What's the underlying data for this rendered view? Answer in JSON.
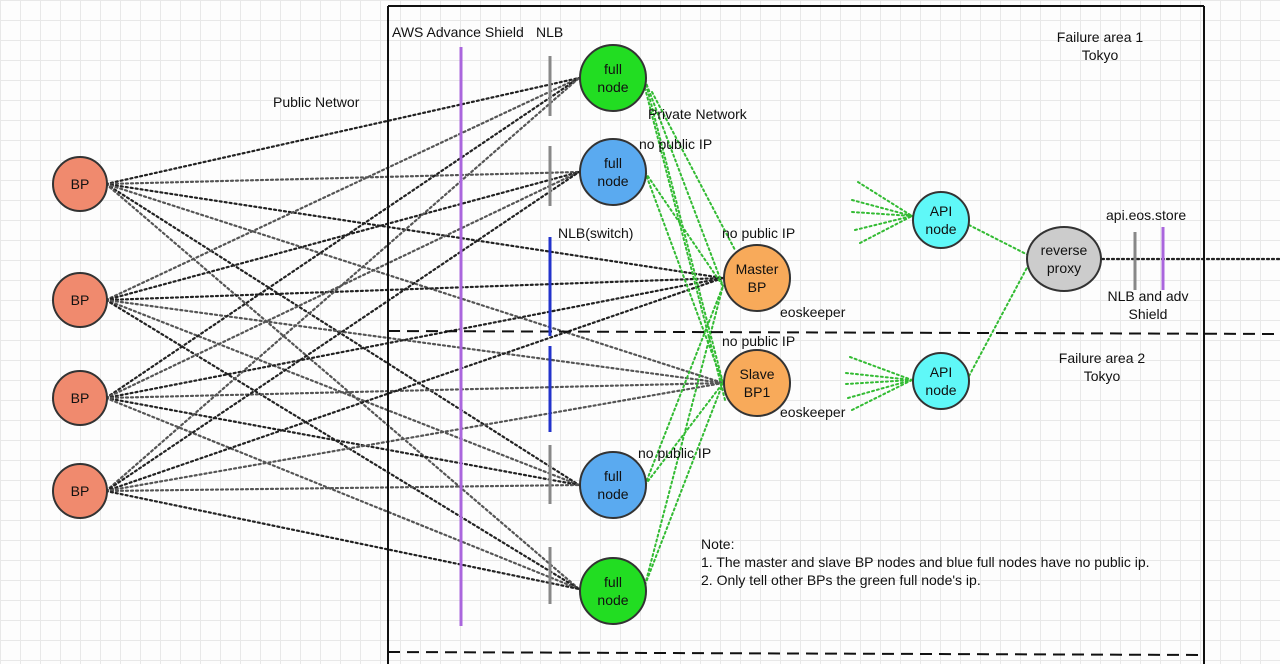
{
  "labels": {
    "shield": "AWS Advance Shield",
    "nlb": "NLB",
    "public_network": "Public Networ",
    "private_network": "Private Network",
    "failure_area_1": "Failure area 1\nTokyo",
    "failure_area_2": "Failure area 2\nTokyo",
    "nlb_switch": "NLB(switch)",
    "no_public_ip": "no public IP",
    "eoskeeper": "eoskeeper",
    "api_domain": "api.eos.store",
    "nlb_adv_shield": "NLB and adv\nShield"
  },
  "nodes": {
    "bp": "BP",
    "full_node": "full\nnode",
    "master_bp": "Master\nBP",
    "slave_bp": "Slave\nBP1",
    "api_node": "API\nnode",
    "reverse_proxy": "reverse\nproxy"
  },
  "note": {
    "title": "Note:",
    "line1": "1. The master and slave BP nodes and blue full nodes have no public ip.",
    "line2": "2. Only tell other BPs the green full node's ip."
  },
  "colors": {
    "bp": "#f08a6e",
    "green_full_node": "#22dd22",
    "blue_full_node": "#5aaaf0",
    "master_slave_bp": "#f8aa5a",
    "api_node": "#5ff8f8",
    "reverse_proxy": "#cccccc",
    "shield_line": "#aa66dd",
    "nlb_bar": "#888888",
    "nlb_switch_bar": "#2233cc",
    "private_link": "#33bb33"
  }
}
